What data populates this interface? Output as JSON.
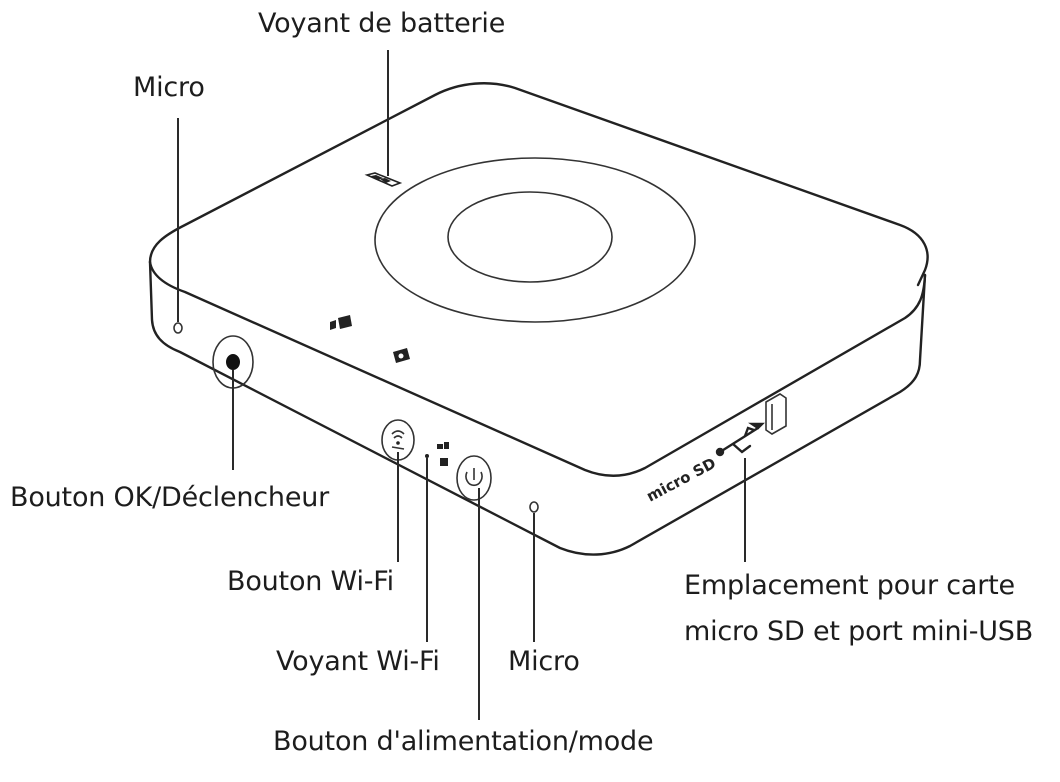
{
  "labels": {
    "battery_led": "Voyant de batterie",
    "mic_top": "Micro",
    "ok_button": "Bouton OK/Déclencheur",
    "wifi_button": "Bouton Wi-Fi",
    "wifi_led": "Voyant Wi-Fi",
    "mic_bottom": "Micro",
    "power_button": "Bouton d'alimentation/mode",
    "sd_slot_line1": "Emplacement pour carte",
    "sd_slot_line2": "micro SD et port mini-USB"
  },
  "device": {
    "microsd_logo": "micro SD"
  }
}
